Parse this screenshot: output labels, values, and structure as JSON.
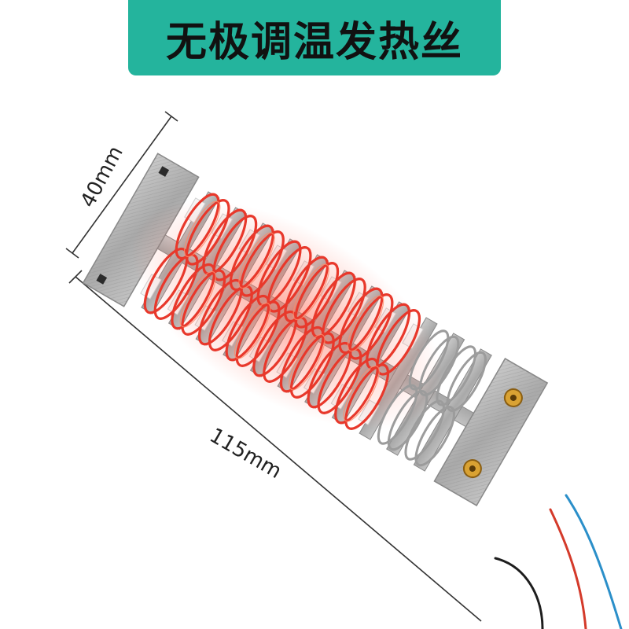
{
  "title": "无极调温发热丝",
  "dimensions": {
    "width_label": "40mm",
    "length_label": "115mm"
  },
  "colors": {
    "banner": "#24b49d",
    "coil": "#e8382b",
    "coil_highlight": "#ff7a5c",
    "mica": "#b8b8b8",
    "ceramic": "#f4f4f4",
    "wire_red": "#d43a2a",
    "wire_blue": "#2b8fc9",
    "wire_black": "#1d1d1d"
  }
}
